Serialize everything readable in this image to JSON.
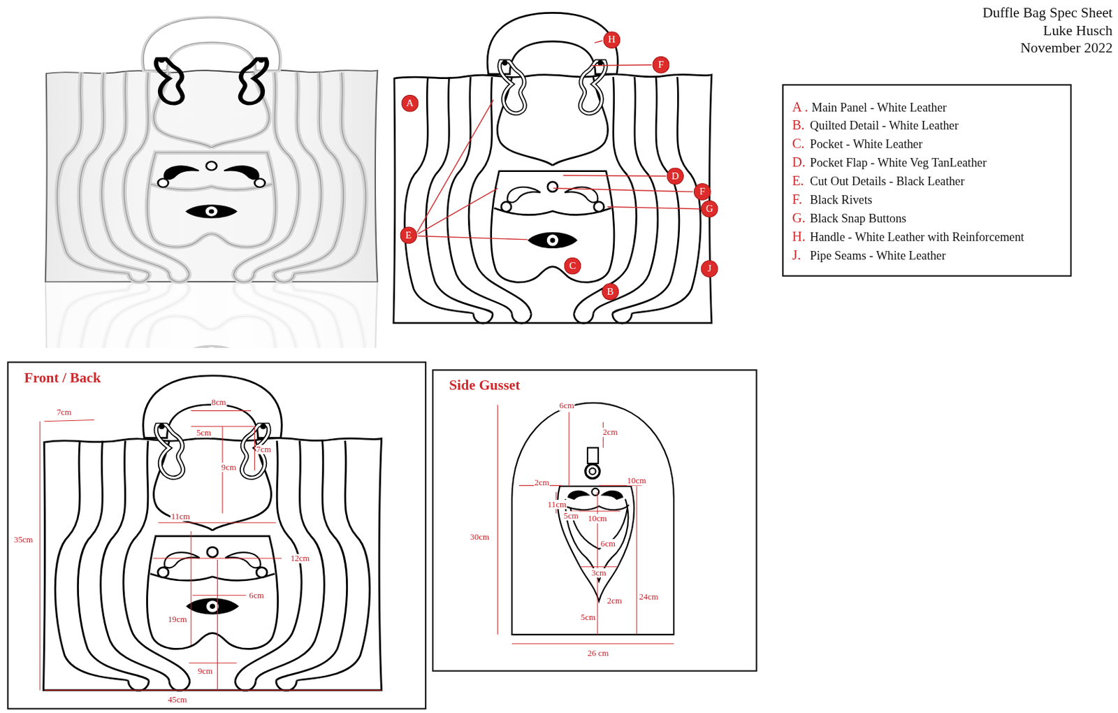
{
  "diagram": {
    "title": "Duffle Bag Spec Sheet",
    "nodes": [
      {
        "text": [
          "H"
        ]
      },
      {
        "text": [
          "F"
        ]
      },
      {
        "text": [
          "A"
        ]
      },
      {
        "text": [
          "D"
        ]
      },
      {
        "text": [
          "F"
        ]
      },
      {
        "text": [
          "G"
        ]
      },
      {
        "text": [
          "E"
        ]
      },
      {
        "text": [
          "C"
        ]
      },
      {
        "text": [
          "J"
        ]
      },
      {
        "text": [
          "B"
        ]
      },
      {
        "text": [
          "A .",
          "Main Panel - White Leather",
          "B.",
          "Quilted Detail - White Leather",
          "C.",
          "Pocket - White Leather",
          "D.",
          "Pocket Flap - White Veg TanLeather",
          "E.",
          "Cut Out Details - Black Leather",
          "F.",
          "Black Rivets",
          "G.",
          "Black Snap Buttons",
          "H.",
          "Handle - White Leather with Reinforcement",
          "J.",
          "Pipe Seams - White Leather"
        ]
      },
      {
        "text": [
          "Front / Back"
        ]
      },
      {
        "text": [
          "Side Gusset"
        ]
      }
    ],
    "labels": [
      "Luke Husch",
      "November 2022",
      "7cm",
      "8cm",
      "5cm",
      "7cm",
      "9cm",
      "35cm",
      "11cm",
      "12cm",
      "6cm",
      "19cm",
      "9cm",
      "45cm",
      "6cm",
      "2cm",
      "30cm",
      "2cm",
      "10cm",
      "11cm",
      "5cm",
      "10cm",
      "6cm",
      "3cm",
      "2cm",
      "24cm",
      "5cm",
      "26 cm"
    ]
  }
}
